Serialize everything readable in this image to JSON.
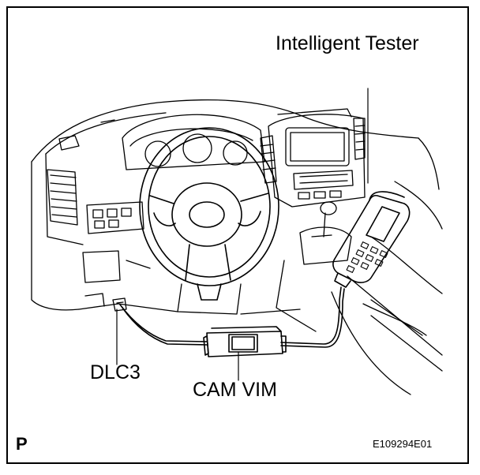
{
  "labels": {
    "tester": "Intelligent Tester",
    "dlc3": "DLC3",
    "cam_vim": "CAM VIM",
    "corner_mark": "P",
    "figure_code": "E109294E01"
  },
  "colors": {
    "line": "#000000",
    "background": "#ffffff"
  }
}
